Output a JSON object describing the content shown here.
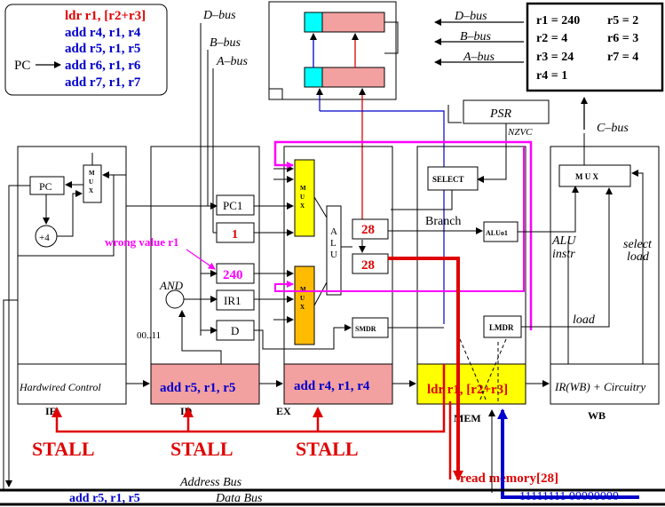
{
  "program": {
    "pc_label": "PC",
    "instructions": [
      {
        "text": "ldr r1, [r2+r3]",
        "color": "#e00000"
      },
      {
        "text": "add r4, r1, r4",
        "color": "#0000cc"
      },
      {
        "text": "add r5, r1, r5",
        "color": "#0000cc"
      },
      {
        "text": "add r6, r1, r6",
        "color": "#0000cc"
      },
      {
        "text": "add r7, r1, r7",
        "color": "#0000cc"
      }
    ]
  },
  "registers": [
    "r1 = 240",
    "r2 = 4",
    "r3 = 24",
    "r4 = 1",
    "r5 = 2",
    "r6 = 3",
    "r7 = 4"
  ],
  "buses": {
    "d_bus": "D–bus",
    "b_bus": "B–bus",
    "a_bus": "A–bus",
    "c_bus": "C–bus",
    "address_bus": "Address Bus",
    "data_bus": "Data Bus"
  },
  "if_stage": {
    "label": "IF",
    "pc": "PC",
    "incr": "+4",
    "mux": "M\nU\nX",
    "control": "Hardwired Control"
  },
  "id_stage": {
    "label": "ID",
    "pc1": "PC1",
    "imm": "1",
    "val": "240",
    "ir1": "IR1",
    "d": "D",
    "and_label": "AND",
    "bits": "00..11",
    "instr": "add r5, r1, r5",
    "annotation": "wrong value r1"
  },
  "ex_stage": {
    "label": "EX",
    "mux": "M\nU\nX",
    "alu": "A\nL\nU",
    "val1": "28",
    "val2": "28",
    "smdr": "SMDR",
    "instr": "add r4, r1, r4"
  },
  "mem_stage": {
    "label": "MEM",
    "select": "SELECT",
    "branch": "Branch",
    "aluo1": "ALUo1",
    "lmdr": "LMDR",
    "psr": "PSR",
    "nzvc": "NZVC",
    "instr": "ldr r1, [r2+r3]"
  },
  "wb_stage": {
    "label": "WB",
    "mux": "M U X",
    "alu_instr": [
      "ALU",
      "instr"
    ],
    "select_load": [
      "select",
      "load"
    ],
    "load": "load",
    "ir": "IR(WB) + Circuitry"
  },
  "stalls": [
    "STALL",
    "STALL",
    "STALL"
  ],
  "memory": {
    "read": "read memory[28]",
    "data": "11111111 00000000",
    "data_bus_instr": "add r5, r1, r5"
  },
  "colors": {
    "instr_red": "#e00000",
    "instr_blue": "#0000cc",
    "stall": "#e00000",
    "annotation": "#ff00ff",
    "mux_yellow": "#ffff00",
    "mux_orange": "#ffbb00",
    "stage_pink": "#f3a0a0",
    "mem_yellow": "#ffff00",
    "reg_cyan": "#00ffff",
    "reg_pink": "#f3a0a0"
  }
}
